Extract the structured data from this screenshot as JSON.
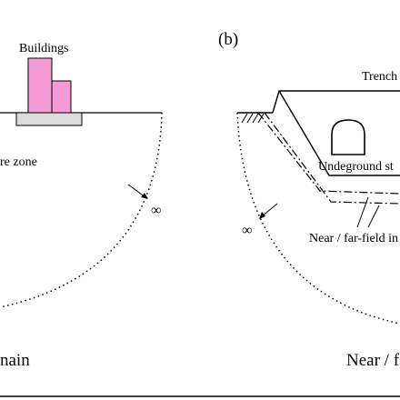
{
  "figure": {
    "panel_b_label": "(b)",
    "left": {
      "buildings_label": "Buildings",
      "zone_label": "re zone",
      "infinity_label": "∞",
      "caption": "nain",
      "building_color": "#f49ad6",
      "foundation_color": "#dcdcdc"
    },
    "right": {
      "trench_label": "Trench",
      "underground_label": "Undeground st",
      "infinity_label": "∞",
      "near_far_label": "Near / far-field in",
      "caption": "Near / f"
    },
    "colors": {
      "line": "#000000",
      "background": "#ffffff",
      "bottom_rule": "#444444"
    }
  }
}
